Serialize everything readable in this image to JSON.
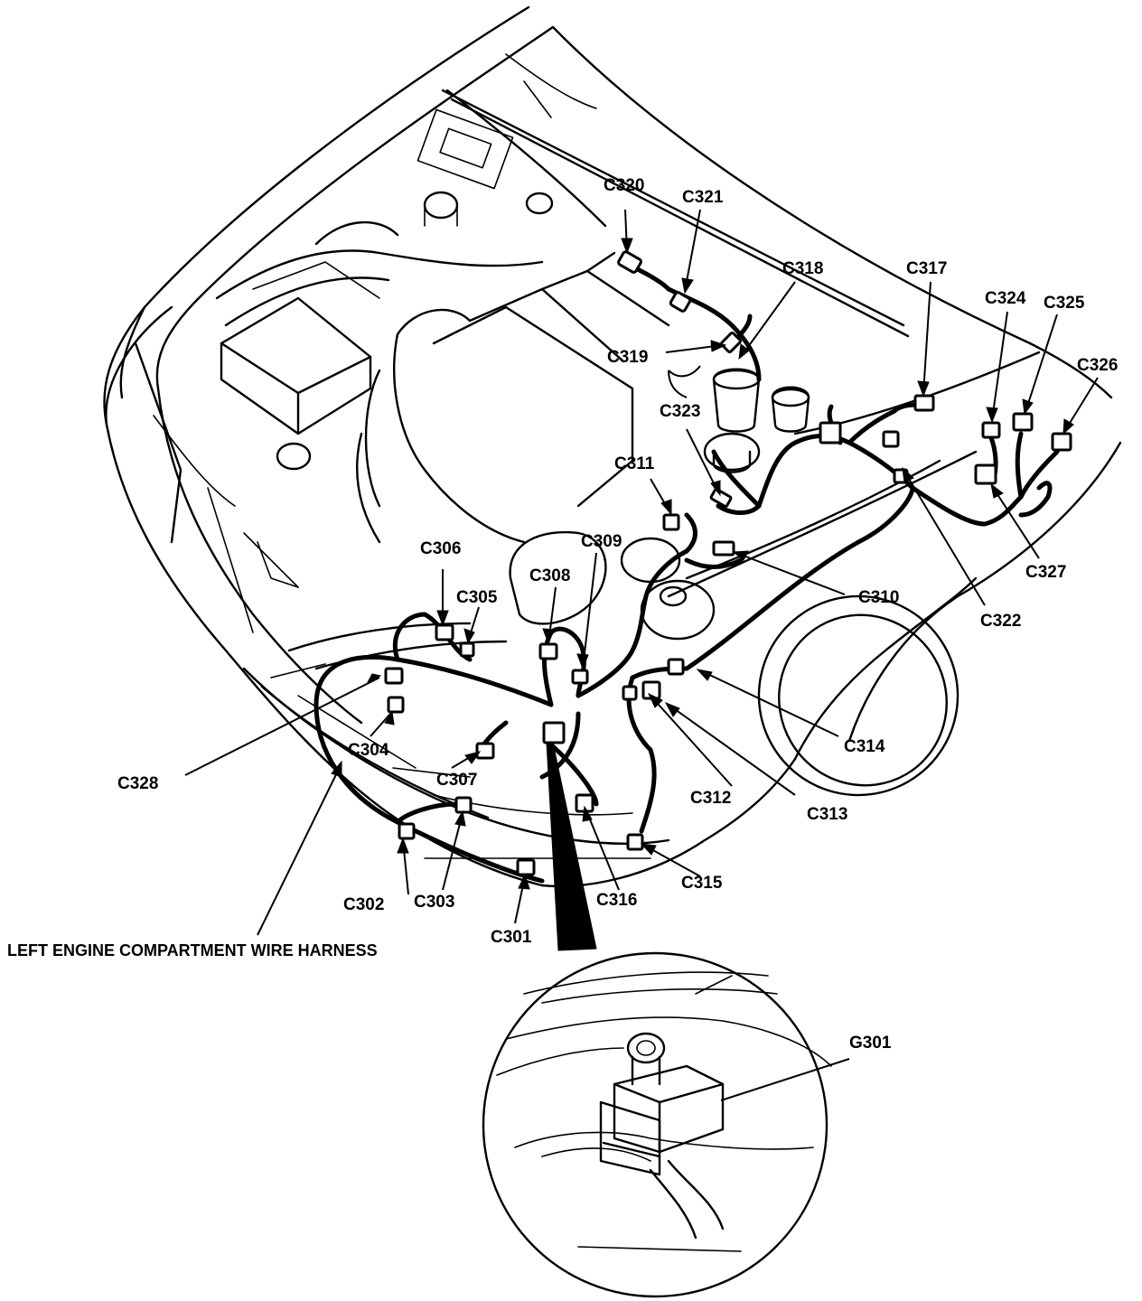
{
  "diagram": {
    "caption": "LEFT ENGINE COMPARTMENT WIRE HARNESS",
    "connectors": [
      {
        "id": "c301",
        "label": "C301"
      },
      {
        "id": "c302",
        "label": "C302"
      },
      {
        "id": "c303",
        "label": "C303"
      },
      {
        "id": "c304",
        "label": "C304"
      },
      {
        "id": "c305",
        "label": "C305"
      },
      {
        "id": "c306",
        "label": "C306"
      },
      {
        "id": "c307",
        "label": "C307"
      },
      {
        "id": "c308",
        "label": "C308"
      },
      {
        "id": "c309",
        "label": "C309"
      },
      {
        "id": "c310",
        "label": "C310"
      },
      {
        "id": "c311",
        "label": "C311"
      },
      {
        "id": "c312",
        "label": "C312"
      },
      {
        "id": "c313",
        "label": "C313"
      },
      {
        "id": "c314",
        "label": "C314"
      },
      {
        "id": "c315",
        "label": "C315"
      },
      {
        "id": "c316",
        "label": "C316"
      },
      {
        "id": "c317",
        "label": "C317"
      },
      {
        "id": "c318",
        "label": "C318"
      },
      {
        "id": "c319",
        "label": "C319"
      },
      {
        "id": "c320",
        "label": "C320"
      },
      {
        "id": "c321",
        "label": "C321"
      },
      {
        "id": "c322",
        "label": "C322"
      },
      {
        "id": "c323",
        "label": "C323"
      },
      {
        "id": "c324",
        "label": "C324"
      },
      {
        "id": "c325",
        "label": "C325"
      },
      {
        "id": "c326",
        "label": "C326"
      },
      {
        "id": "c327",
        "label": "C327"
      },
      {
        "id": "c328",
        "label": "C328"
      }
    ],
    "ground": {
      "id": "g301",
      "label": "G301"
    }
  }
}
